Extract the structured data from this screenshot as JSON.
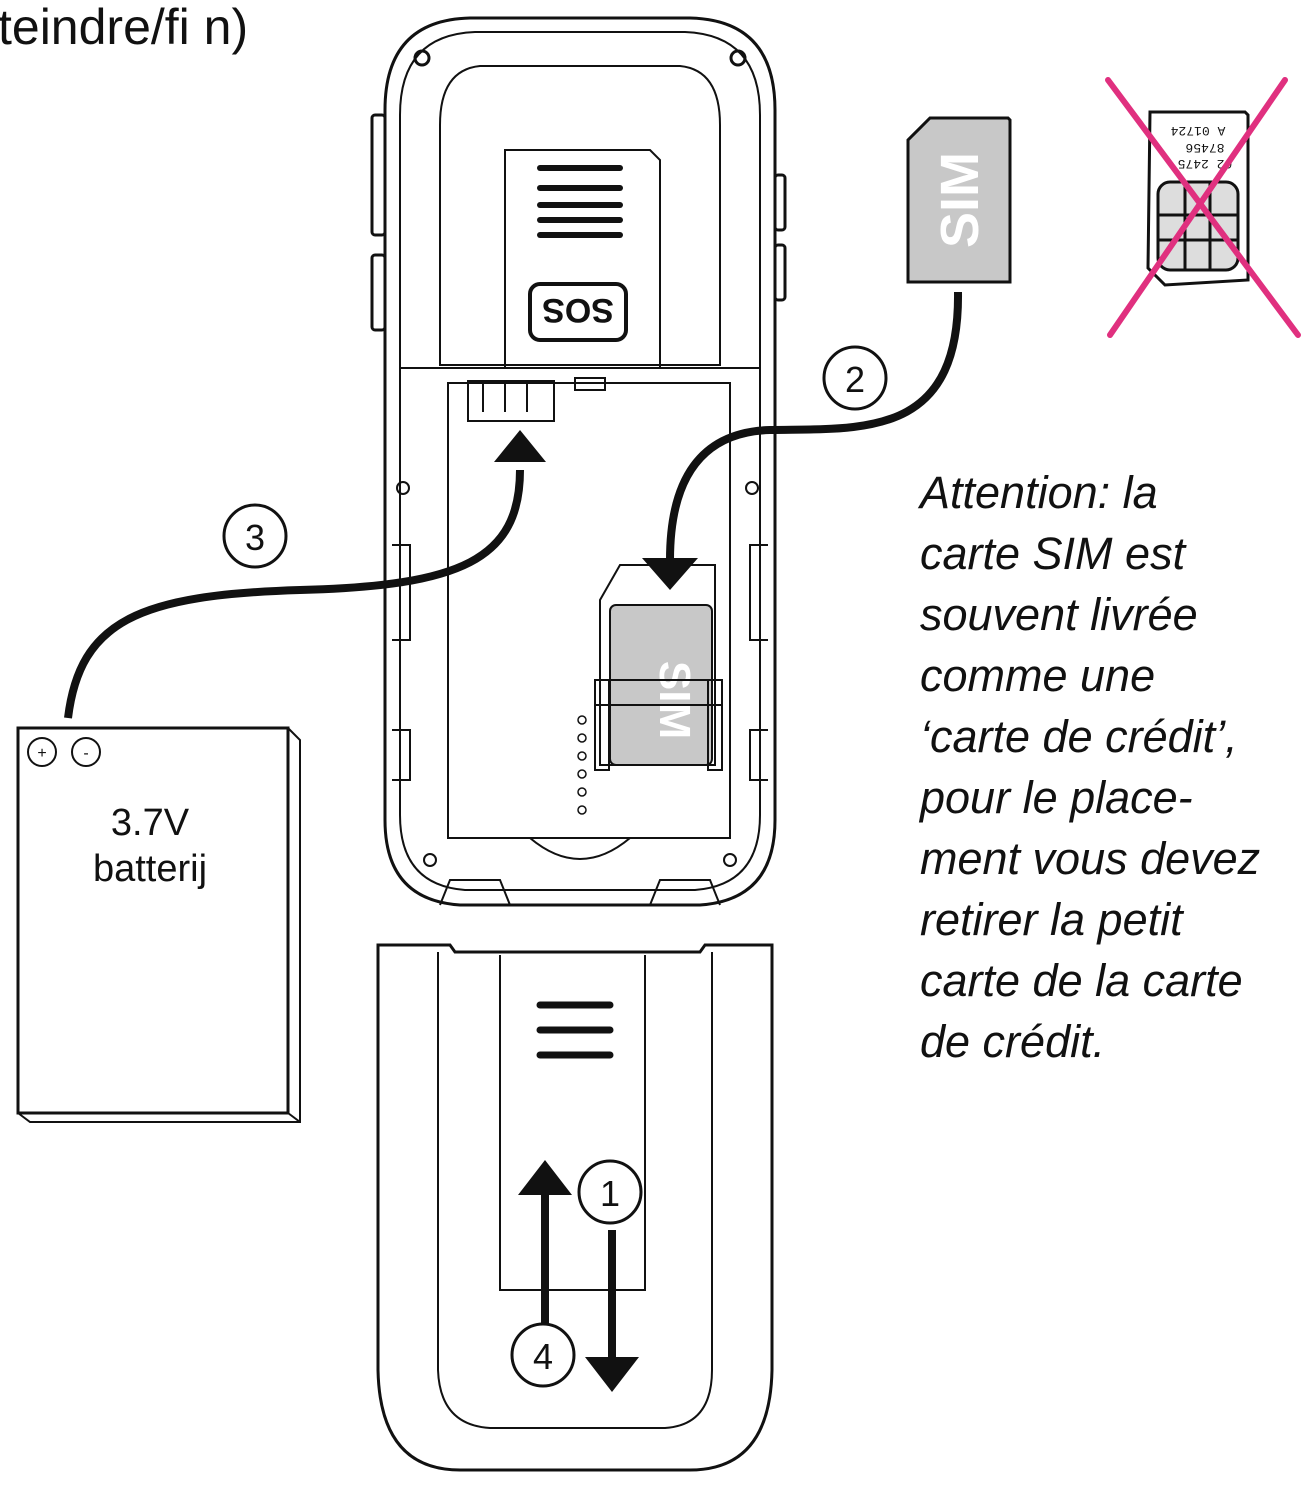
{
  "header_fragment": "teindre/fi n)",
  "note_lines": [
    "Attention: la",
    "carte SIM est",
    "souvent livrée",
    "comme une",
    "‘carte de crédit’,",
    "pour le place-",
    "ment vous devez",
    "retirer la petit",
    "carte de la carte",
    "de crédit."
  ],
  "battery": {
    "voltage": "3.7V",
    "name": "batterij",
    "plus": "+",
    "minus": "-"
  },
  "sim_card_label": "SIM",
  "sim_in_slot_label": "SIM",
  "sos_label": "SOS",
  "large_sim_text": [
    "A 01724",
    "87456",
    "62 2475"
  ],
  "steps": [
    "1",
    "2",
    "3",
    "4"
  ],
  "colors": {
    "line": "#111111",
    "sim_fill": "#c8c8c8",
    "sim_text": "#ffffff",
    "cross": "#e0307f"
  }
}
